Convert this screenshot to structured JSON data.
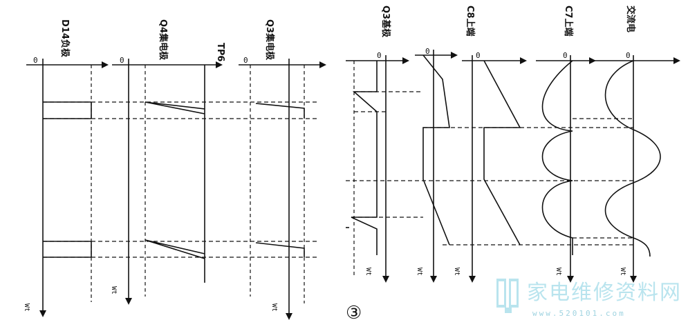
{
  "diagram": {
    "figure_number": "③",
    "origin_label": "0",
    "axis_label": "Wt",
    "tp_label": "TP6",
    "panels": {
      "d14": "D14负极",
      "q4": "Q4集电极",
      "q3c": "Q3集电极",
      "q3b": "Q3基极",
      "c8": "C8上端",
      "c7": "C7上端",
      "ac": "交流电"
    }
  },
  "watermark": {
    "site_name": "家电维修资料网",
    "url": "www.520101.com",
    "color": "#b9e4ee"
  }
}
